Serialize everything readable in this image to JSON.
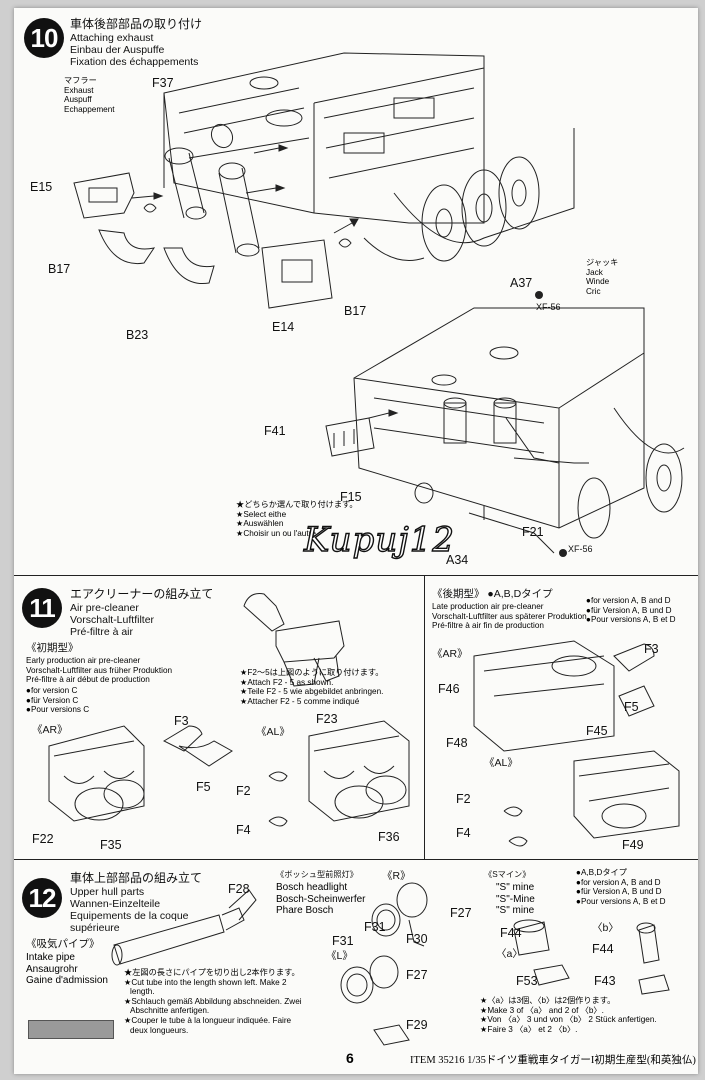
{
  "step10": {
    "number": "10",
    "title_jp": "車体後部部品の取り付け",
    "title_en": "Attaching exhaust",
    "title_de": "Einbau der Auspuffe",
    "title_fr": "Fixation des échappements",
    "muffler": [
      "マフラー",
      "Exhaust",
      "Auspuff",
      "Echappement"
    ],
    "jack": [
      "ジャッキ",
      "Jack",
      "Winde",
      "Cric"
    ],
    "parts": {
      "F37": "F37",
      "E15": "E15",
      "B17a": "B17",
      "B23": "B23",
      "E14": "E14",
      "B17b": "B17",
      "A37": "A37",
      "XF56a": "XF-56",
      "F41": "F41",
      "F15": "F15",
      "F21": "F21",
      "XF56b": "XF-56",
      "A34": "A34"
    },
    "choose_note": [
      "★どちらか選んで取り付けます。",
      "★Select eithe",
      "★Auswählen",
      "★Choisir un ou l'autre"
    ]
  },
  "step11": {
    "number": "11",
    "title_jp": "エアクリーナーの組み立て",
    "title_en": "Air pre-cleaner",
    "title_de": "Vorschalt-Luftfilter",
    "title_fr": "Pré-filtre à air",
    "early_jp": "《初期型》",
    "early_lines": [
      "Early production air pre-cleaner",
      "Vorschalt-Luftfilter aus früher Produktion",
      "Pré-filtre à air début de production"
    ],
    "versionC": [
      "●for version C",
      "●für Version C",
      "●Pour versions C"
    ],
    "attach_note": [
      "★F2〜5は上図のように取り付けます。",
      "★Attach F2 - 5 as shown.",
      "★Teile F2 - 5 wie abgebildet anbringen.",
      "★Attacher F2 - 5 comme indiqué"
    ],
    "late_jp": "《後期型》 ●A,B,Dタイプ",
    "late_lines": [
      "Late production air pre-cleaner",
      "Vorschalt-Luftfilter aus späterer Produktion",
      "Pré-filtre à air fin de production"
    ],
    "versionABD": [
      "●for version A, B and D",
      "●für Version A, B und D",
      "●Pour versions A, B et D"
    ],
    "views": {
      "AR1": "《AR》",
      "AL1": "《AL》",
      "AR2": "《AR》",
      "AL2": "《AL》"
    },
    "parts": {
      "F3a": "F3",
      "F5a": "F5",
      "F22": "F22",
      "F35": "F35",
      "F23": "F23",
      "F2a": "F2",
      "F4a": "F4",
      "F36": "F36",
      "F3b": "F3",
      "F46": "F46",
      "F5b": "F5",
      "F48": "F48",
      "F45": "F45",
      "F2b": "F2",
      "F4b": "F4",
      "F49": "F49"
    }
  },
  "step12": {
    "number": "12",
    "title_jp": "車体上部部品の組み立て",
    "title_en": "Upper hull parts",
    "title_de": "Wannen-Einzelteile",
    "title_fr1": "Equipements de la coque",
    "title_fr2": "supérieure",
    "intake_jp": "《吸気パイプ》",
    "intake": [
      "Intake pipe",
      "Ansaugrohr",
      "Gaine d'admission"
    ],
    "cut_note": [
      "★左図の長さにパイプを切り出し2本作ります。",
      "★Cut tube into the length shown left. Make 2",
      "length.",
      "★Schlauch gemäß Abbildung abschneiden. Zwei",
      "Abschnitte anfertigen.",
      "★Couper le tube à la longueur indiquée. Faire",
      "deux longueurs."
    ],
    "bosch_jp": "《ボッシュ型前照灯》",
    "bosch": [
      "Bosch headlight",
      "Bosch-Scheinwerfer",
      "Phare Bosch"
    ],
    "view_R": "《R》",
    "view_L": "《L》",
    "smine_jp": "《Sマイン》",
    "smine": [
      "\"S\" mine",
      "\"S\"-Mine",
      "\"S\" mine"
    ],
    "smine_version": [
      "●A,B,Dタイプ",
      "●for version A, B and D",
      "●für Version A, B und D",
      "●Pour versions A, B et D"
    ],
    "view_a": "〈a〉",
    "view_b": "〈b〉",
    "make_note": [
      "★〈a〉は3個、〈b〉は2個作ります。",
      "★Make 3 of 〈a〉 and 2 of 〈b〉.",
      "★Von 〈a〉 3 und von 〈b〉 2 Stück anfertigen.",
      "★Faire 3 〈a〉 et 2 〈b〉."
    ],
    "parts": {
      "F28": "F28",
      "F31a": "F31",
      "F30": "F30",
      "F27a": "F27",
      "F31b": "F31",
      "F27b": "F27",
      "F29": "F29",
      "F44a": "F44",
      "F44b": "F44",
      "F53": "F53",
      "F43": "F43"
    }
  },
  "footer": {
    "page": "6",
    "item": "ITEM 35216  1/35ドイツ重戦車タイガーI初期生産型(和英独仏)"
  },
  "watermark": "Kupuj12"
}
